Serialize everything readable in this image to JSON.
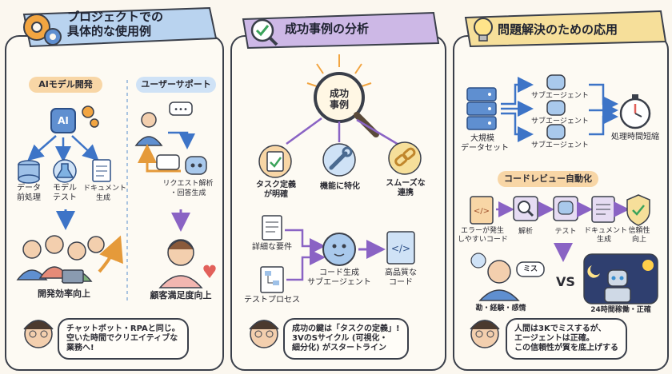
{
  "panel1": {
    "banner": [
      "プロジェクトでの",
      "具体的な使用例"
    ],
    "section_ai": "AIモデル開発",
    "section_support": "ユーザーサポート",
    "ai_chip": "AI",
    "steps": [
      "データ\n前処理",
      "モデル\nテスト",
      "ドキュメント\n生成"
    ],
    "result_left": "開発効率向上",
    "request_label": "リクエスト解析\n・回答生成",
    "result_right": "顧客満足度向上",
    "bubble": "チャットボット・RPAと同じ。\n空いた時間でクリエイティブな\n業務へ!"
  },
  "panel2": {
    "banner": "成功事例の分析",
    "magnifier": "成功\n事例",
    "factor_define": "タスク定義\nが明確",
    "factor_specialize": "機能に特化",
    "factor_smooth": "スムーズな\n連携",
    "input_req": "詳細な要件",
    "input_test": "テストプロセス",
    "subagent": "コード生成\nサブエージェント",
    "output": "高品質な\nコード",
    "bubble": "成功の鍵は「タスクの定義」!\n3VのSサイクル (可視化・\n細分化) がスタートライン"
  },
  "panel3": {
    "banner": "問題解決のための応用",
    "dataset": "大規模\nデータセット",
    "subagent_label": "サブエージェント",
    "result": "処理時間短縮",
    "section_review": "コードレビュー自動化",
    "review_steps": [
      "エラーが発生\nしやすいコード",
      "解析",
      "テスト",
      "ドキュメント\n生成",
      "信頼性\n向上"
    ],
    "mistake": "ミス",
    "vs": "VS",
    "human_label": "勘・経験・感情",
    "robot_label": "24時間稼働・正確",
    "bubble": "人間は3Kでミスするが、\nエージェントは正確。\nこの信頼性が質を底上げする"
  },
  "colors": {
    "blue_banner": "#b9d3ef",
    "purple_banner": "#cdb8e6",
    "yellow_banner": "#f6df9a",
    "orange_pill": "#f8d6a6",
    "blue_pill": "#cfe2f6",
    "purple_arrow": "#8a63c4",
    "blue_arrow": "#3d74c7"
  }
}
